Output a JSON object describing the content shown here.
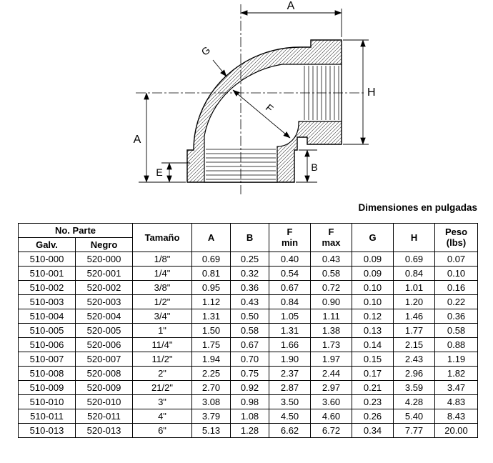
{
  "caption": "Dimensiones en pulgadas",
  "diagram": {
    "dim_a_top": "A",
    "dim_h": "H",
    "dim_a_left": "A",
    "dim_e": "E",
    "dim_b": "B",
    "dim_f": "F",
    "dim_g": "G"
  },
  "table": {
    "header": {
      "no_parte": "No. Parte",
      "galv": "Galv.",
      "negro": "Negro",
      "tamano": "Tamaño",
      "a": "A",
      "b": "B",
      "f": "F",
      "min": "min",
      "max": "max",
      "g": "G",
      "h": "H",
      "peso": "Peso",
      "lbs": "(lbs)"
    },
    "rows": [
      [
        "510-000",
        "520-000",
        "1/8\"",
        "0.69",
        "0.25",
        "0.40",
        "0.43",
        "0.09",
        "0.69",
        "0.07"
      ],
      [
        "510-001",
        "520-001",
        "1/4\"",
        "0.81",
        "0.32",
        "0.54",
        "0.58",
        "0.09",
        "0.84",
        "0.10"
      ],
      [
        "510-002",
        "520-002",
        "3/8\"",
        "0.95",
        "0.36",
        "0.67",
        "0.72",
        "0.10",
        "1.01",
        "0.16"
      ],
      [
        "510-003",
        "520-003",
        "1/2\"",
        "1.12",
        "0.43",
        "0.84",
        "0.90",
        "0.10",
        "1.20",
        "0.22"
      ],
      [
        "510-004",
        "520-004",
        "3/4\"",
        "1.31",
        "0.50",
        "1.05",
        "1.11",
        "0.12",
        "1.46",
        "0.36"
      ],
      [
        "510-005",
        "520-005",
        "1\"",
        "1.50",
        "0.58",
        "1.31",
        "1.38",
        "0.13",
        "1.77",
        "0.58"
      ],
      [
        "510-006",
        "520-006",
        "11/4\"",
        "1.75",
        "0.67",
        "1.66",
        "1.73",
        "0.14",
        "2.15",
        "0.88"
      ],
      [
        "510-007",
        "520-007",
        "11/2\"",
        "1.94",
        "0.70",
        "1.90",
        "1.97",
        "0.15",
        "2.43",
        "1.19"
      ],
      [
        "510-008",
        "520-008",
        "2\"",
        "2.25",
        "0.75",
        "2.37",
        "2.44",
        "0.17",
        "2.96",
        "1.82"
      ],
      [
        "510-009",
        "520-009",
        "21/2\"",
        "2.70",
        "0.92",
        "2.87",
        "2.97",
        "0.21",
        "3.59",
        "3.47"
      ],
      [
        "510-010",
        "520-010",
        "3\"",
        "3.08",
        "0.98",
        "3.50",
        "3.60",
        "0.23",
        "4.28",
        "4.83"
      ],
      [
        "510-011",
        "520-011",
        "4\"",
        "3.79",
        "1.08",
        "4.50",
        "4.60",
        "0.26",
        "5.40",
        "8.43"
      ],
      [
        "510-013",
        "520-013",
        "6\"",
        "5.13",
        "1.28",
        "6.62",
        "6.72",
        "0.34",
        "7.77",
        "20.00"
      ]
    ]
  }
}
